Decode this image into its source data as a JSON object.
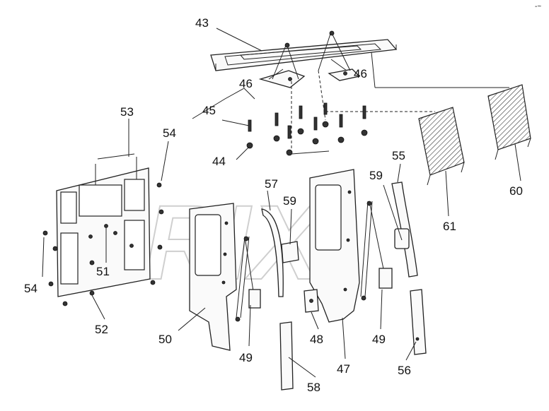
{
  "diagram": {
    "watermark": "DRIX",
    "corner_mark": "-~",
    "callouts": [
      {
        "id": "c43",
        "text": "43"
      },
      {
        "id": "c46a",
        "text": "46"
      },
      {
        "id": "c46b",
        "text": "46"
      },
      {
        "id": "c45",
        "text": "45"
      },
      {
        "id": "c44",
        "text": "44"
      },
      {
        "id": "c53",
        "text": "53"
      },
      {
        "id": "c54a",
        "text": "54"
      },
      {
        "id": "c54b",
        "text": "54"
      },
      {
        "id": "c51",
        "text": "51"
      },
      {
        "id": "c52",
        "text": "52"
      },
      {
        "id": "c50",
        "text": "50"
      },
      {
        "id": "c49a",
        "text": "49"
      },
      {
        "id": "c57",
        "text": "57"
      },
      {
        "id": "c59a",
        "text": "59"
      },
      {
        "id": "c59b",
        "text": "59"
      },
      {
        "id": "c55",
        "text": "55"
      },
      {
        "id": "c48",
        "text": "48"
      },
      {
        "id": "c47",
        "text": "47"
      },
      {
        "id": "c49b",
        "text": "49"
      },
      {
        "id": "c58",
        "text": "58"
      },
      {
        "id": "c56",
        "text": "56"
      },
      {
        "id": "c61",
        "text": "61"
      },
      {
        "id": "c60",
        "text": "60"
      }
    ]
  }
}
